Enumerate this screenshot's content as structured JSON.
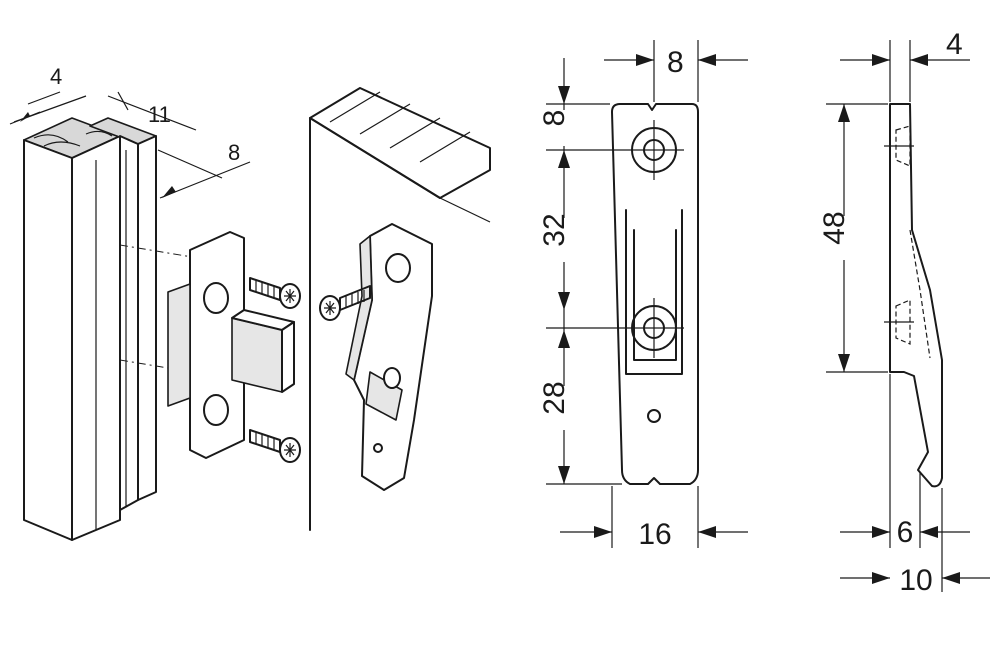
{
  "dimensions": {
    "iso_rail_thickness": "4",
    "iso_offset": "11",
    "iso_depth": "8",
    "front_top_width": "8",
    "front_top_height": "8",
    "front_hole_spacing": "32",
    "front_bottom_height": "28",
    "front_total_width": "16",
    "side_top_thickness": "4",
    "side_height": "48",
    "side_hook": "6",
    "side_total_depth": "10"
  },
  "colors": {
    "line": "#1a1a1a",
    "part_fill": "#ffffff",
    "shade_fill": "#e6e6e6",
    "wood_fill": "#d8d8d8"
  }
}
